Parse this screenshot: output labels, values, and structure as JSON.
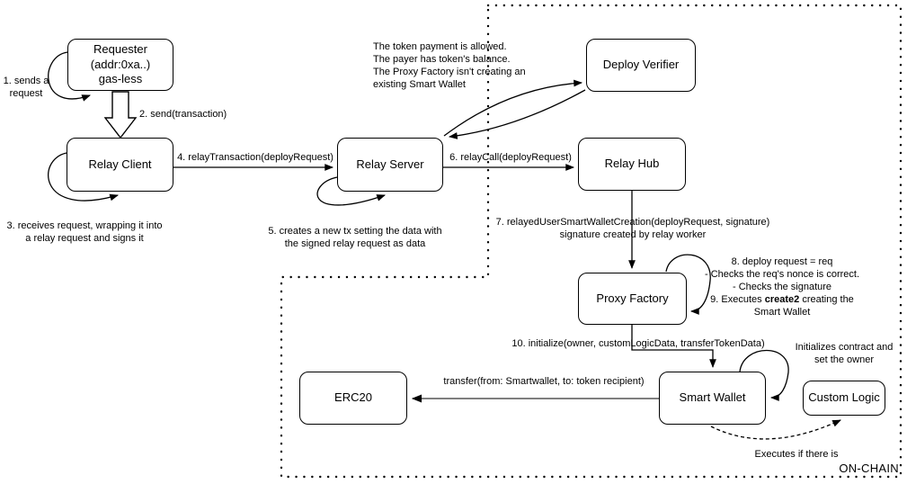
{
  "colors": {
    "stroke": "#000000",
    "background": "#ffffff",
    "transfer_line": "#555555"
  },
  "nodes": {
    "requester": "Requester\n(addr:0xa..)\ngas-less",
    "relay_client": "Relay Client",
    "relay_server": "Relay Server",
    "deploy_verifier": "Deploy Verifier",
    "relay_hub": "Relay Hub",
    "proxy_factory": "Proxy Factory",
    "smart_wallet": "Smart Wallet",
    "custom_logic": "Custom Logic",
    "erc20": "ERC20"
  },
  "annotations": {
    "step1": "1. sends a\nrequest",
    "step2": "2. send(transaction)",
    "step3": "3. receives request, wrapping it into\na relay request and signs it",
    "step4": "4. relayTransaction(deployRequest)",
    "step5": "5. creates a new tx setting the data with\nthe signed relay request as data",
    "step6": "6. relayCall(deployRequest)",
    "step7": "7. relayedUserSmartWalletCreation(deployRequest, signature)\nsignature created by relay worker",
    "verifier_note": "The token payment is allowed.\nThe payer has token's balance.\nThe Proxy Factory isn't creating an\nexisting Smart Wallet",
    "step8": "8. deploy request = req\n- Checks the req's nonce is correct.\n- Checks the signature\n",
    "step9_pre": "9. Executes ",
    "step9_bold": "create2",
    "step9_post": " creating the\nSmart Wallet",
    "step10": "10. initialize(owner, customLogicData, transferTokenData)",
    "transfer": "transfer(from: Smartwallet, to: token recipient)",
    "init_note": "Initializes contract and\nset the owner",
    "executes_note": "Executes if there is",
    "onchain": "ON-CHAIN"
  }
}
